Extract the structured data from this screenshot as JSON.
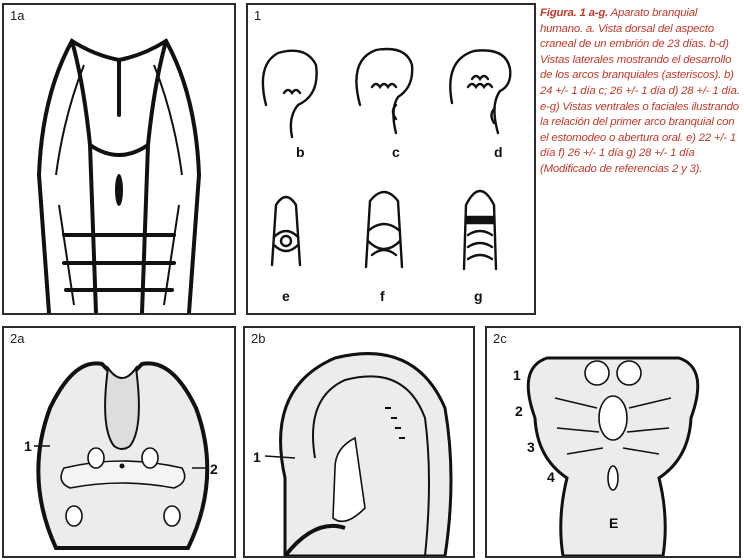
{
  "panels": {
    "p1a": {
      "label": "1a"
    },
    "p1": {
      "label": "1",
      "sublabels": [
        "b",
        "c",
        "d",
        "e",
        "f",
        "g"
      ]
    },
    "p2a": {
      "label": "2a",
      "marker1": "1",
      "marker2": "2"
    },
    "p2b": {
      "label": "2b",
      "marker1": "1"
    },
    "p2c": {
      "label": "2c",
      "arches": [
        "1",
        "2",
        "3",
        "4"
      ],
      "e_label": "E"
    }
  },
  "caption": {
    "lead": "Figura. 1 a-g.",
    "body": " Aparato branquial humano. a. Vista dorsal del aspecto craneal de un embrión de 23 días. b-d) Vistas laterales mostrando el desarrollo de los arcos branquiales (asteriscos). b) 24 +/- 1 día c; 26 +/- 1 día d) 28 +/- 1 día. e-g) Vistas ventrales o faciales ilustrando la relación del primer arco branquial con el estomodeo o abertura oral. e) 22 +/- 1 día f) 26 +/- 1 día g) 28 +/- 1 día (Modificado de referencias 2 y 3)."
  },
  "colors": {
    "caption_text": "#c0392b",
    "ink": "#111111",
    "stipple": "#e9e9e9"
  }
}
